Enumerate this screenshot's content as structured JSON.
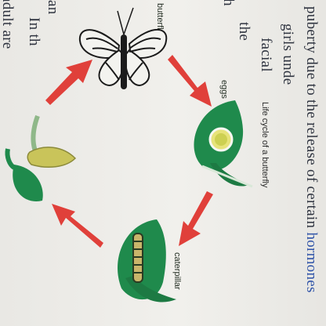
{
  "text_lines": {
    "line1": "adult are",
    "line2": "In th",
    "line3": "an",
    "line4": "h",
    "line5": "the",
    "line6": "facial",
    "line7": "girls unde",
    "line8_prefix": "puberty due to the release of certain ",
    "line8_highlight": "hormones"
  },
  "diagram": {
    "caption": "Life cycle of a butterfly",
    "labels": {
      "butterfly": "butterfl",
      "eggs": "eggs",
      "caterpillar": "caterpillar"
    },
    "colors": {
      "leaf": "#1f8a4c",
      "arrow": "#e0403a",
      "pupa": "#c9c45a",
      "highlight_text": "#2f53a8"
    }
  }
}
